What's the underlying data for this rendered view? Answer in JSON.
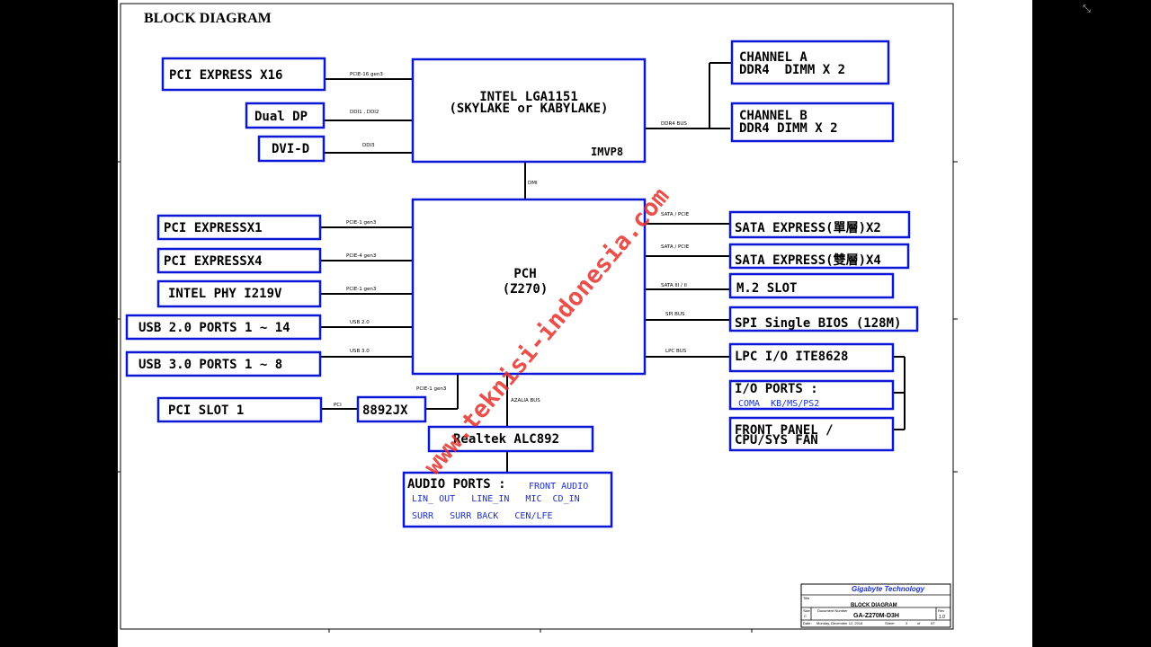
{
  "title": "BLOCK DIAGRAM",
  "cpu": {
    "line1": "INTEL LGA1151",
    "line2": "(SKYLAKE or KABYLAKE)",
    "vr": "IMVP8"
  },
  "pch": {
    "line1": "PCH",
    "line2": "(Z270)"
  },
  "left_blocks": {
    "pcie_x16": "PCI EXPRESS X16",
    "dual_dp": "Dual DP",
    "dvi_d": "DVI-D",
    "pcie_x1": "PCI EXPRESSX1",
    "pcie_x4": "PCI EXPRESSX4",
    "phy": "INTEL PHY I219V",
    "usb2": "USB 2.0 PORTS 1 ~ 14",
    "usb3": "USB 3.0 PORTS 1 ~ 8",
    "pci_slot": "PCI SLOT 1",
    "bridge": "8892JX",
    "codec": "Realtek ALC892"
  },
  "right_blocks": {
    "chan_a_1": "CHANNEL A",
    "chan_a_2": "DDR4  DIMM X 2",
    "chan_b_1": "CHANNEL B",
    "chan_b_2": "DDR4 DIMM X 2",
    "sata_x2": "SATA EXPRESS(單層)X2",
    "sata_x4": "SATA EXPRESS(雙層)X4",
    "m2": "M.2 SLOT",
    "spi": "SPI Single BIOS (128M)",
    "lpc": "LPC I/O ITE8628",
    "io_ports": "I/O PORTS :",
    "io_ports_sub": "COMA  KB/MS/PS2",
    "front_panel_1": "FRONT PANEL /",
    "front_panel_2": "CPU/SYS FAN"
  },
  "audio": {
    "label": "AUDIO PORTS :",
    "front": "FRONT AUDIO",
    "row1": "LIN_ OUT   LINE_IN   MIC  CD_IN",
    "row2": "SURR   SURR BACK   CEN/LFE"
  },
  "buses": {
    "pcie16": "PCIE-16 gen3",
    "ddi12": "DDI1 , DDI2",
    "ddi3": "DDI3",
    "ddr4": "DDR4 BUS",
    "dmi": "DMI",
    "pcie1_a": "PCIE-1 gen3",
    "pcie4": "PCIE-4 gen3",
    "pcie1_b": "PCIE-1 gen3",
    "usb20": "USB 2.0",
    "usb30": "USB 3.0",
    "sata_pcie_1": "SATA / PCIE",
    "sata_pcie_2": "SATA / PCIE",
    "sata3": "SATA III / II",
    "spi_bus": "SPI BUS",
    "lpc_bus": "LPC BUS",
    "pcie1_c": "PCIE-1 gen3",
    "pci": "PCI",
    "azalia": "AZALIA BUS"
  },
  "title_block": {
    "company": "Gigabyte Technology",
    "title_label": "Title",
    "title_value": "BLOCK DIAGRAM",
    "size_label": "Size",
    "size_value": "C",
    "doc_label": "Document Number",
    "doc_value": "GA-Z270M-D3H",
    "rev_label": "Rev",
    "rev_value": "1.0",
    "date_label": "Date:",
    "date_value": "Monday, December 12, 2016",
    "sheet_label": "Sheet",
    "sheet_num": "3",
    "of_label": "of",
    "sheet_total": "57"
  },
  "watermark": "www.teknisi-indonesia.com",
  "corner_icon": "expand-icon",
  "colors": {
    "box_border": "#0a17d6",
    "sub_text": "#1a2fd6",
    "watermark": "#e6322d"
  }
}
